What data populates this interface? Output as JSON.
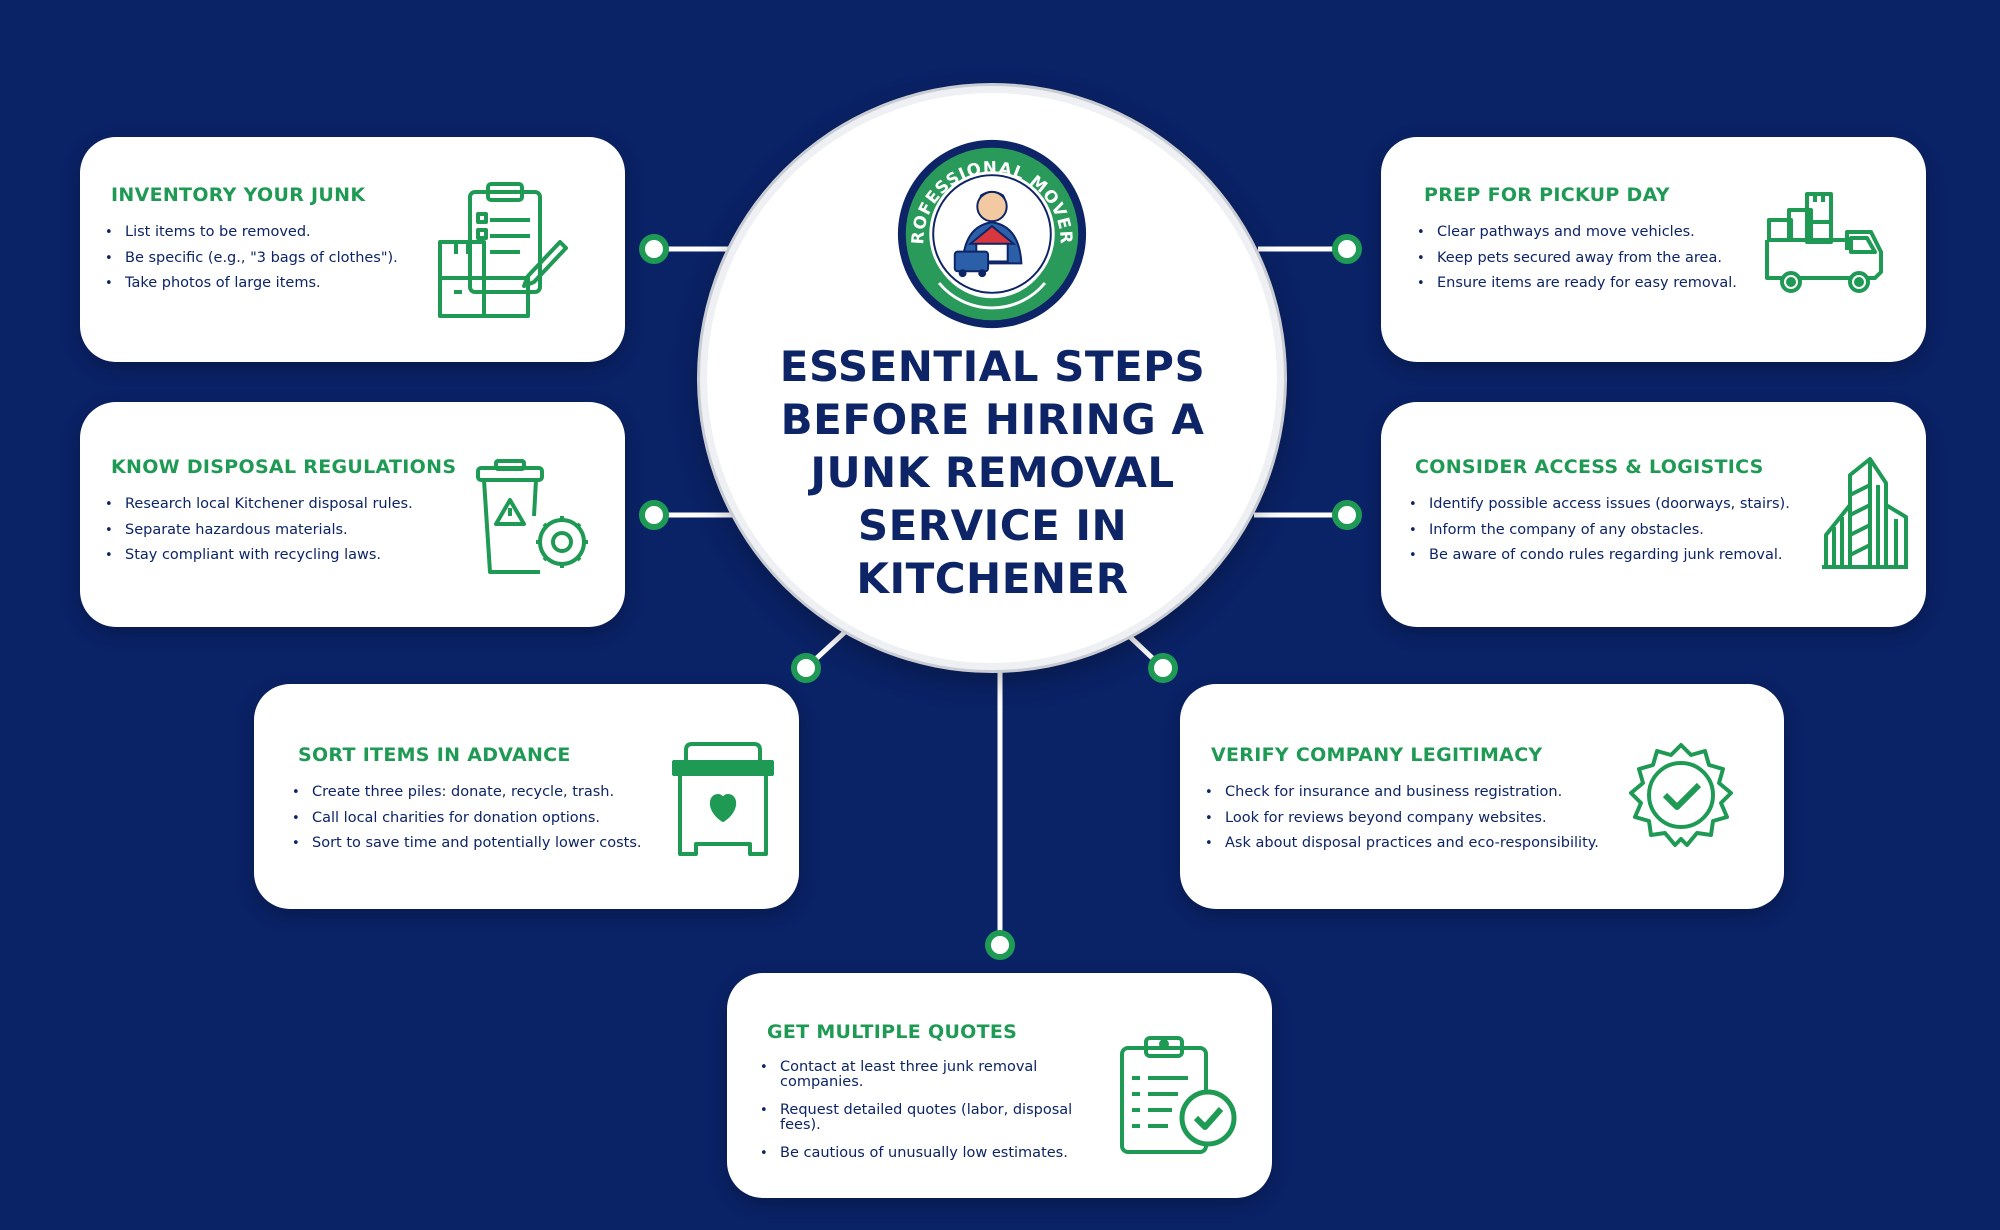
{
  "center": {
    "title": "ESSENTIAL STEPS BEFORE HIRING A JUNK REMOVAL SERVICE IN KITCHENER",
    "logo_text": "PROFESSIONAL MOVERS"
  },
  "steps": [
    {
      "title": "INVENTORY YOUR JUNK",
      "items": [
        "List items to be removed.",
        "Be specific (e.g., \"3 bags of clothes\").",
        "Take photos of large items."
      ],
      "icon": "clipboard-boxes-icon"
    },
    {
      "title": "KNOW DISPOSAL REGULATIONS",
      "items": [
        "Research local Kitchener disposal rules.",
        "Separate hazardous materials.",
        "Stay compliant with recycling laws."
      ],
      "icon": "trash-warning-gear-icon"
    },
    {
      "title": "SORT ITEMS IN ADVANCE",
      "items": [
        "Create three piles: donate, recycle, trash.",
        "Call local charities for donation options.",
        "Sort to save time and potentially lower costs."
      ],
      "icon": "donation-box-icon"
    },
    {
      "title": "GET MULTIPLE QUOTES",
      "items": [
        "Contact at least three junk removal companies.",
        "Request detailed quotes (labor, disposal fees).",
        "Be cautious of unusually low estimates."
      ],
      "icon": "clipboard-check-icon"
    },
    {
      "title": "VERIFY COMPANY LEGITIMACY",
      "items": [
        "Check for insurance and business registration.",
        "Look for reviews beyond company websites.",
        "Ask about disposal practices and eco-responsibility."
      ],
      "icon": "badge-check-icon"
    },
    {
      "title": "CONSIDER ACCESS & LOGISTICS",
      "items": [
        "Identify possible access issues (doorways, stairs).",
        "Inform the company of any obstacles.",
        "Be aware of condo rules regarding junk removal."
      ],
      "icon": "building-icon"
    },
    {
      "title": "PREP FOR PICKUP DAY",
      "items": [
        "Clear pathways and move vehicles.",
        "Keep pets secured away from the area.",
        "Ensure items are ready for easy removal."
      ],
      "icon": "truck-boxes-icon"
    }
  ],
  "colors": {
    "background": "#0a2266",
    "accent": "#1f9a55",
    "text": "#0d2466",
    "card": "#ffffff"
  }
}
